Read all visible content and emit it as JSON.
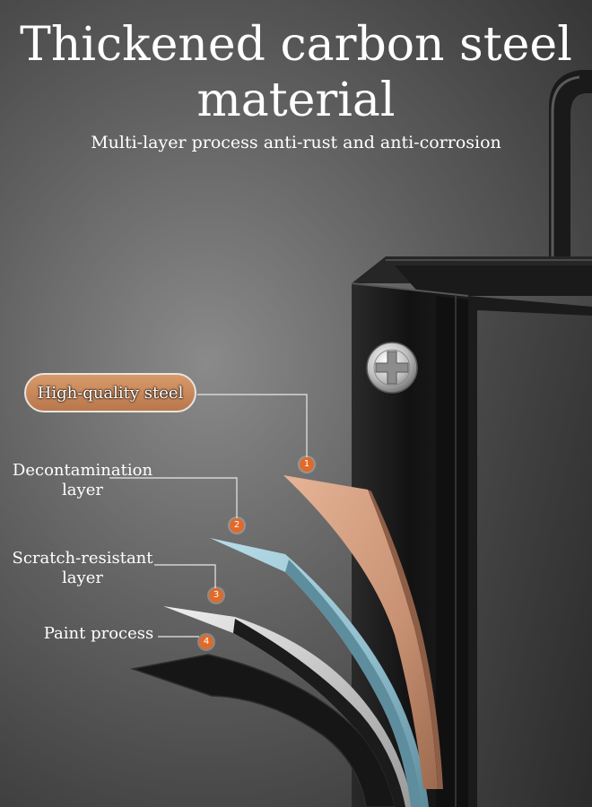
{
  "header": {
    "title_line1": "Thickened carbon steel",
    "title_line2": "material",
    "subtitle": "Multi-layer process anti-rust and anti-corrosion"
  },
  "layers": [
    {
      "number": "1",
      "label": "High-quality steel",
      "color": "#d9a88a"
    },
    {
      "number": "2",
      "label_line1": "Decontamination",
      "label_line2": "layer",
      "color": "#9cc7d6"
    },
    {
      "number": "3",
      "label_line1": "Scratch-resistant",
      "label_line2": "layer",
      "color": "#d6d6d6"
    },
    {
      "number": "4",
      "label": "Paint process",
      "color": "#1c1c1c"
    }
  ],
  "colors": {
    "badge": "#e06a2a",
    "pill_fill": "#c98659",
    "frame": "#161616"
  }
}
